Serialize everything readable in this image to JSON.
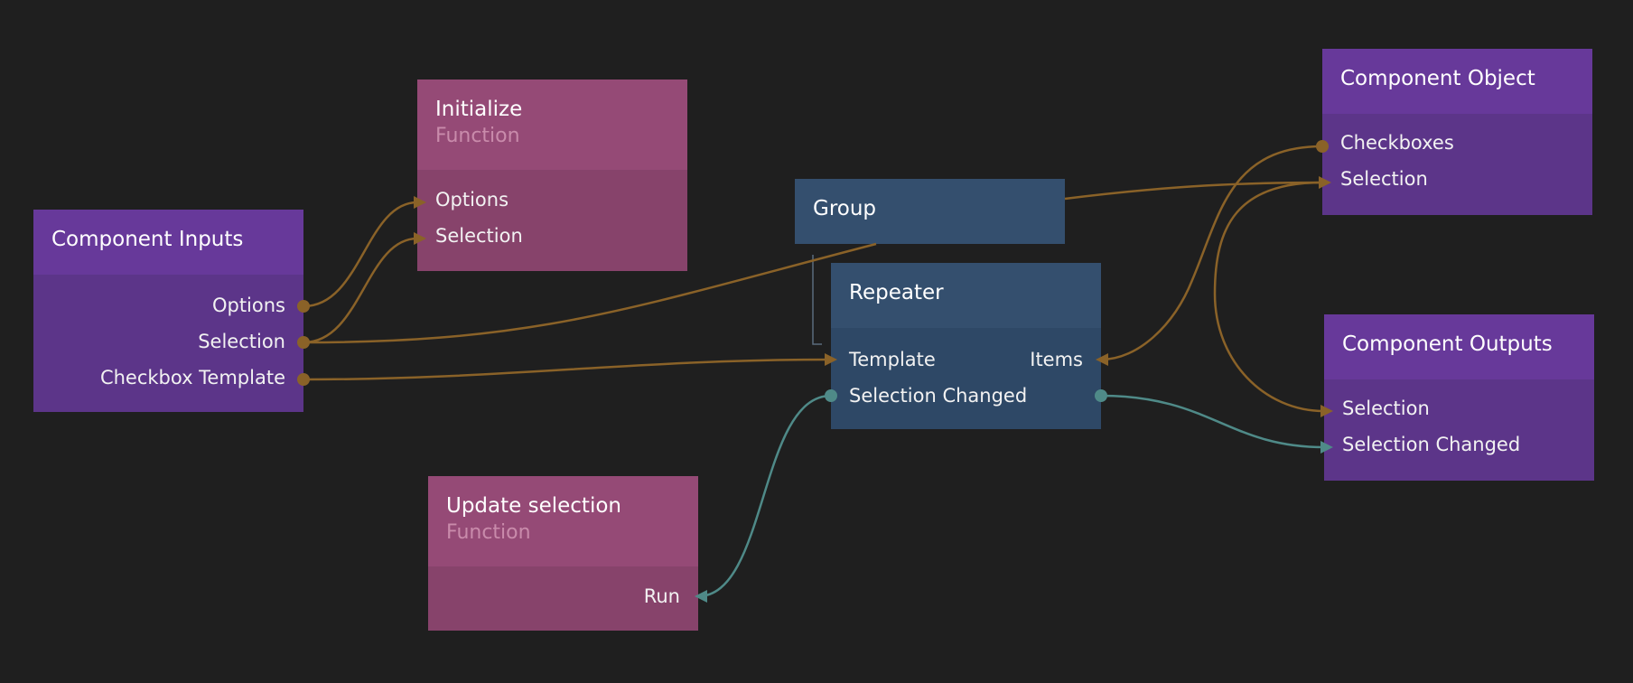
{
  "nodes": {
    "component_inputs": {
      "title": "Component Inputs",
      "ports": [
        "Options",
        "Selection",
        "Checkbox Template"
      ]
    },
    "initialize": {
      "title": "Initialize",
      "subtitle": "Function",
      "ports": [
        "Options",
        "Selection"
      ]
    },
    "group": {
      "title": "Group"
    },
    "repeater": {
      "title": "Repeater",
      "ports": {
        "template": "Template",
        "items": "Items",
        "selection_changed": "Selection Changed"
      }
    },
    "component_object": {
      "title": "Component Object",
      "ports": [
        "Checkboxes",
        "Selection"
      ]
    },
    "component_outputs": {
      "title": "Component Outputs",
      "ports": [
        "Selection",
        "Selection Changed"
      ]
    },
    "update_selection": {
      "title": "Update selection",
      "subtitle": "Function",
      "ports": [
        "Run"
      ]
    }
  },
  "colors": {
    "background": "#1f1f1f",
    "data_wire": "#8a6228",
    "signal_wire": "#4f8a88",
    "component_node": "#67399a",
    "function_node": "#954a76",
    "visual_node": "#344f6e"
  }
}
